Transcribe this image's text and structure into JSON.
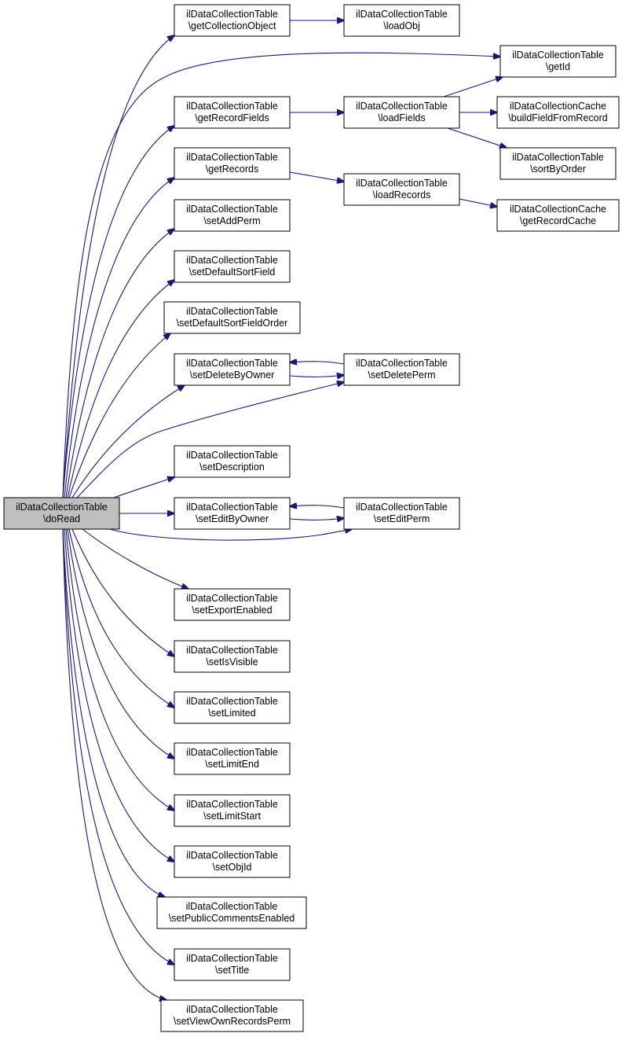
{
  "nodes": [
    {
      "id": "doRead",
      "lines": [
        "ilDataCollectionTable",
        "\\doRead"
      ],
      "focus": true
    },
    {
      "id": "getCollectionObject",
      "lines": [
        "ilDataCollectionTable",
        "\\getCollectionObject"
      ]
    },
    {
      "id": "loadObj",
      "lines": [
        "ilDataCollectionTable",
        "\\loadObj"
      ]
    },
    {
      "id": "getId",
      "lines": [
        "ilDataCollectionTable",
        "\\getId"
      ]
    },
    {
      "id": "getRecordFields",
      "lines": [
        "ilDataCollectionTable",
        "\\getRecordFields"
      ]
    },
    {
      "id": "loadFields",
      "lines": [
        "ilDataCollectionTable",
        "\\loadFields"
      ]
    },
    {
      "id": "buildFieldFromRecord",
      "lines": [
        "ilDataCollectionCache",
        "\\buildFieldFromRecord"
      ]
    },
    {
      "id": "sortByOrder",
      "lines": [
        "ilDataCollectionTable",
        "\\sortByOrder"
      ]
    },
    {
      "id": "getRecords",
      "lines": [
        "ilDataCollectionTable",
        "\\getRecords"
      ]
    },
    {
      "id": "loadRecords",
      "lines": [
        "ilDataCollectionTable",
        "\\loadRecords"
      ]
    },
    {
      "id": "getRecordCache",
      "lines": [
        "ilDataCollectionCache",
        "\\getRecordCache"
      ]
    },
    {
      "id": "setAddPerm",
      "lines": [
        "ilDataCollectionTable",
        "\\setAddPerm"
      ]
    },
    {
      "id": "setDefaultSortField",
      "lines": [
        "ilDataCollectionTable",
        "\\setDefaultSortField"
      ]
    },
    {
      "id": "setDefaultSortFieldOrder",
      "lines": [
        "ilDataCollectionTable",
        "\\setDefaultSortFieldOrder"
      ]
    },
    {
      "id": "setDeleteByOwner",
      "lines": [
        "ilDataCollectionTable",
        "\\setDeleteByOwner"
      ]
    },
    {
      "id": "setDeletePerm",
      "lines": [
        "ilDataCollectionTable",
        "\\setDeletePerm"
      ]
    },
    {
      "id": "setDescription",
      "lines": [
        "ilDataCollectionTable",
        "\\setDescription"
      ]
    },
    {
      "id": "setEditByOwner",
      "lines": [
        "ilDataCollectionTable",
        "\\setEditByOwner"
      ]
    },
    {
      "id": "setEditPerm",
      "lines": [
        "ilDataCollectionTable",
        "\\setEditPerm"
      ]
    },
    {
      "id": "setExportEnabled",
      "lines": [
        "ilDataCollectionTable",
        "\\setExportEnabled"
      ]
    },
    {
      "id": "setIsVisible",
      "lines": [
        "ilDataCollectionTable",
        "\\setIsVisible"
      ]
    },
    {
      "id": "setLimited",
      "lines": [
        "ilDataCollectionTable",
        "\\setLimited"
      ]
    },
    {
      "id": "setLimitEnd",
      "lines": [
        "ilDataCollectionTable",
        "\\setLimitEnd"
      ]
    },
    {
      "id": "setLimitStart",
      "lines": [
        "ilDataCollectionTable",
        "\\setLimitStart"
      ]
    },
    {
      "id": "setObjId",
      "lines": [
        "ilDataCollectionTable",
        "\\setObjId"
      ]
    },
    {
      "id": "setPublicCommentsEnabled",
      "lines": [
        "ilDataCollectionTable",
        "\\setPublicCommentsEnabled"
      ]
    },
    {
      "id": "setTitle",
      "lines": [
        "ilDataCollectionTable",
        "\\setTitle"
      ]
    },
    {
      "id": "setViewOwnRecordsPerm",
      "lines": [
        "ilDataCollectionTable",
        "\\setViewOwnRecordsPerm"
      ]
    }
  ],
  "edges": [
    {
      "from": "doRead",
      "to": "getCollectionObject"
    },
    {
      "from": "doRead",
      "to": "getId"
    },
    {
      "from": "doRead",
      "to": "getRecordFields"
    },
    {
      "from": "doRead",
      "to": "getRecords"
    },
    {
      "from": "doRead",
      "to": "setAddPerm"
    },
    {
      "from": "doRead",
      "to": "setDefaultSortField"
    },
    {
      "from": "doRead",
      "to": "setDefaultSortFieldOrder"
    },
    {
      "from": "doRead",
      "to": "setDeleteByOwner"
    },
    {
      "from": "doRead",
      "to": "setDeletePerm"
    },
    {
      "from": "doRead",
      "to": "setDescription"
    },
    {
      "from": "doRead",
      "to": "setEditByOwner"
    },
    {
      "from": "doRead",
      "to": "setEditPerm"
    },
    {
      "from": "doRead",
      "to": "setExportEnabled"
    },
    {
      "from": "doRead",
      "to": "setIsVisible"
    },
    {
      "from": "doRead",
      "to": "setLimited"
    },
    {
      "from": "doRead",
      "to": "setLimitEnd"
    },
    {
      "from": "doRead",
      "to": "setLimitStart"
    },
    {
      "from": "doRead",
      "to": "setObjId"
    },
    {
      "from": "doRead",
      "to": "setPublicCommentsEnabled"
    },
    {
      "from": "doRead",
      "to": "setTitle"
    },
    {
      "from": "doRead",
      "to": "setViewOwnRecordsPerm"
    },
    {
      "from": "getCollectionObject",
      "to": "loadObj"
    },
    {
      "from": "getRecordFields",
      "to": "loadFields"
    },
    {
      "from": "loadFields",
      "to": "getId"
    },
    {
      "from": "loadFields",
      "to": "buildFieldFromRecord"
    },
    {
      "from": "loadFields",
      "to": "sortByOrder"
    },
    {
      "from": "getRecords",
      "to": "loadRecords"
    },
    {
      "from": "loadRecords",
      "to": "getRecordCache"
    },
    {
      "from": "setDeleteByOwner",
      "to": "setDeletePerm"
    },
    {
      "from": "setDeletePerm",
      "to": "setDeleteByOwner"
    },
    {
      "from": "setEditByOwner",
      "to": "setEditPerm"
    },
    {
      "from": "setEditPerm",
      "to": "setEditByOwner"
    }
  ]
}
